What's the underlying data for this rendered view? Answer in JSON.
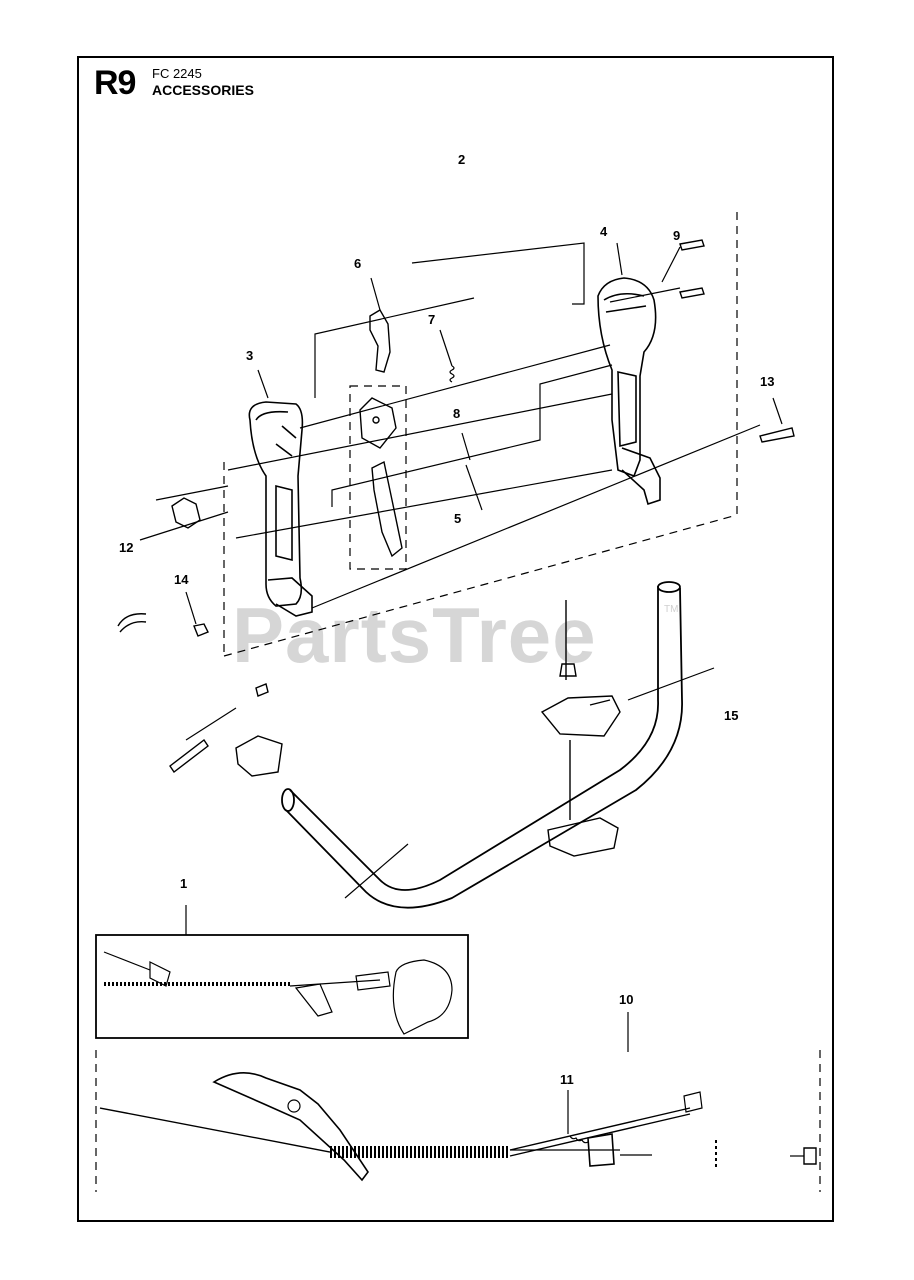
{
  "header": {
    "page_code": "R9",
    "model": "FC 2245",
    "section_title": "ACCESSORIES"
  },
  "watermark": {
    "text": "PartsTree",
    "trademark": "TM"
  },
  "callouts": [
    {
      "id": "callout-2",
      "text": "2"
    },
    {
      "id": "callout-4",
      "text": "4"
    },
    {
      "id": "callout-9",
      "text": "9"
    },
    {
      "id": "callout-6",
      "text": "6"
    },
    {
      "id": "callout-7",
      "text": "7"
    },
    {
      "id": "callout-3",
      "text": "3"
    },
    {
      "id": "callout-13",
      "text": "13"
    },
    {
      "id": "callout-8",
      "text": "8"
    },
    {
      "id": "callout-5",
      "text": "5"
    },
    {
      "id": "callout-12",
      "text": "12"
    },
    {
      "id": "callout-14",
      "text": "14"
    },
    {
      "id": "callout-15",
      "text": "15"
    },
    {
      "id": "callout-1",
      "text": "1"
    },
    {
      "id": "callout-10",
      "text": "10"
    },
    {
      "id": "callout-11",
      "text": "11"
    }
  ],
  "colors": {
    "line": "#000000",
    "watermark": "#d6d6d6",
    "background": "#ffffff"
  }
}
